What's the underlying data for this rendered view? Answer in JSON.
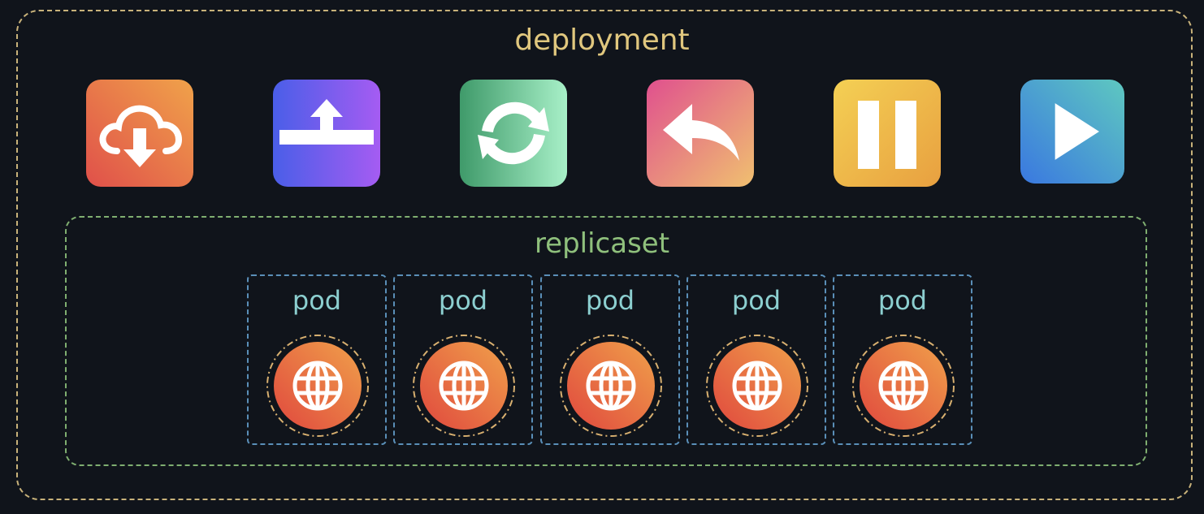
{
  "deployment": {
    "title": "deployment",
    "actions": [
      {
        "name": "download-cloud-icon"
      },
      {
        "name": "upload-icon"
      },
      {
        "name": "refresh-icon"
      },
      {
        "name": "undo-arrow-icon"
      },
      {
        "name": "pause-icon"
      },
      {
        "name": "play-icon"
      }
    ]
  },
  "replicaset": {
    "title": "replicaset",
    "pods": [
      {
        "label": "pod"
      },
      {
        "label": "pod"
      },
      {
        "label": "pod"
      },
      {
        "label": "pod"
      },
      {
        "label": "pod"
      }
    ]
  },
  "colors": {
    "deployment_border": "#c8b27a",
    "replicaset_border": "#7fae70",
    "pod_border": "#5a8fb8",
    "globe_fill": "#e8663d"
  }
}
